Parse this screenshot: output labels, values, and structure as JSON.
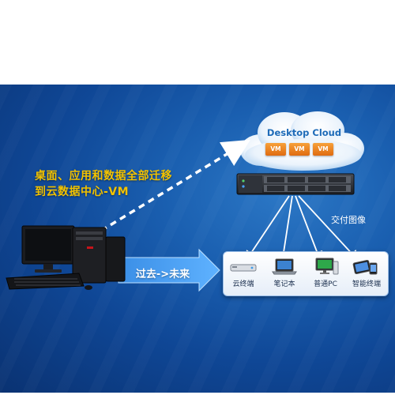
{
  "caption": {
    "line1": "桌面、应用和数据全部迁移",
    "line2": "到云数据中心-VM"
  },
  "cloud": {
    "title": "Desktop Cloud",
    "vms": [
      "VM",
      "VM",
      "VM"
    ]
  },
  "delivery_label": "交付图像",
  "transition_label": "过去->未来",
  "devices": [
    {
      "label": "云终端",
      "icon": "thin-client-icon"
    },
    {
      "label": "笔记本",
      "icon": "laptop-icon"
    },
    {
      "label": "普通PC",
      "icon": "desktop-pc-icon"
    },
    {
      "label": "智能终端",
      "icon": "smart-device-icon"
    }
  ],
  "colors": {
    "background": "#1a5fb0",
    "caption": "#f2c200",
    "vm_box": "#ef8a20",
    "cloud_title": "#1e6bb8"
  }
}
